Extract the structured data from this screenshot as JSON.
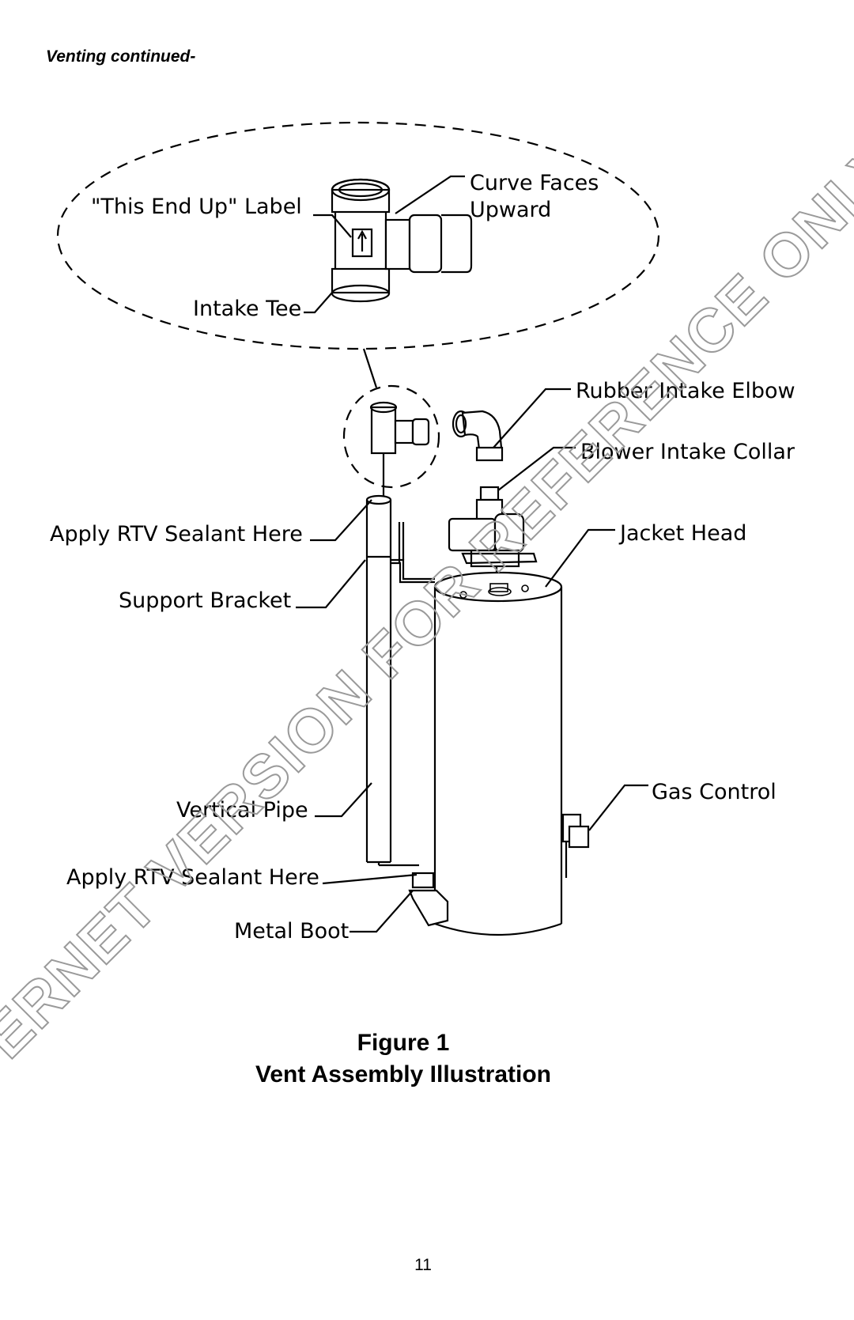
{
  "header": {
    "section": "Venting continued-"
  },
  "figure": {
    "callouts": {
      "this_end_up": "\"This End Up\" Label",
      "curve_faces_line1": "Curve Faces",
      "curve_faces_line2": "Upward",
      "intake_tee": "Intake Tee",
      "rubber_elbow": "Rubber Intake Elbow",
      "blower_collar": "Blower Intake Collar",
      "rtv_top": "Apply RTV Sealant Here",
      "jacket_head": "Jacket Head",
      "support_bracket": "Support Bracket",
      "vertical_pipe": "Vertical Pipe",
      "gas_control": "Gas Control",
      "rtv_bottom": "Apply RTV Sealant Here",
      "metal_boot": "Metal Boot"
    },
    "watermark": "INTERNET VERSION FOR REFERENCE ONLY"
  },
  "caption": {
    "title": "Figure 1",
    "subtitle": "Vent Assembly Illustration"
  },
  "page_number": "11"
}
